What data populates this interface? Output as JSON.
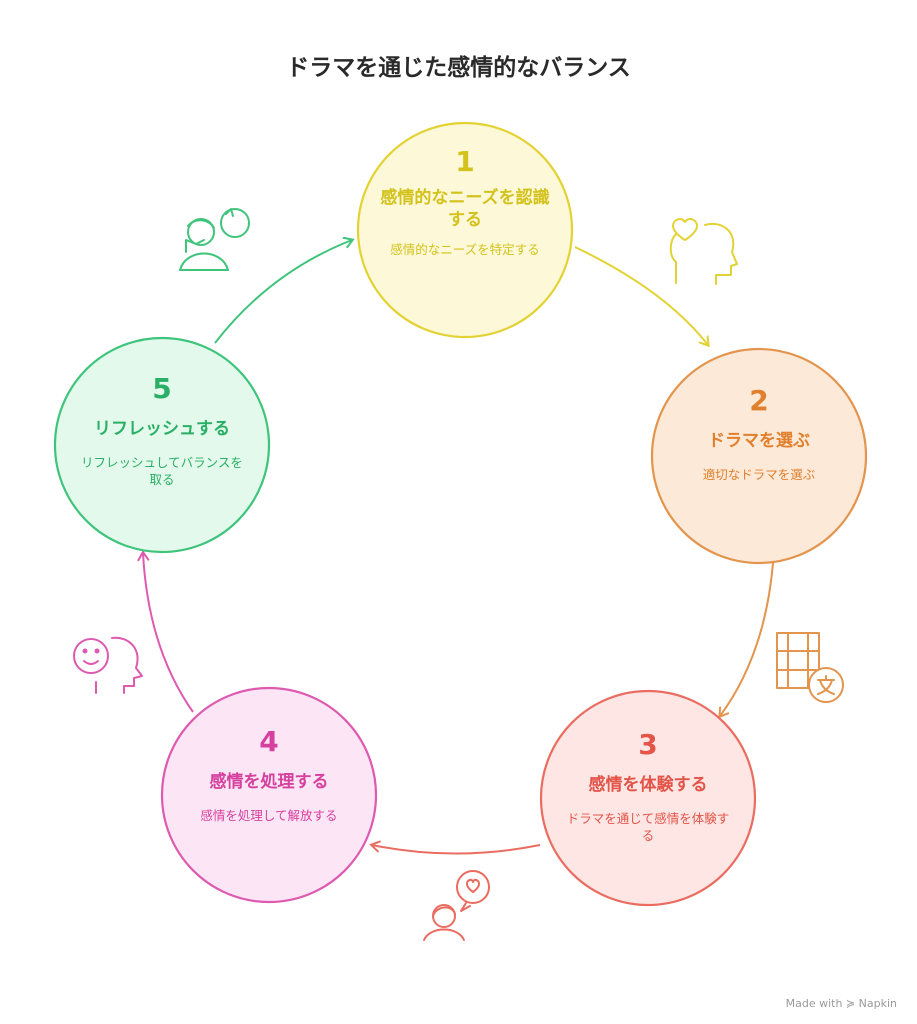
{
  "title": "ドラマを通じた感情的なバランス",
  "stages": [
    {
      "number": "1",
      "heading": "感情的なニーズを認識する",
      "description": "感情的なニーズを特定する",
      "icon": "heart-head-icon",
      "stroke": "#e3d233",
      "fill": "#fcf8d8",
      "text": "#d4c21c"
    },
    {
      "number": "2",
      "heading": "ドラマを選ぶ",
      "description": "適切なドラマを選ぶ",
      "icon": "film-translate-icon",
      "stroke": "#e3944d",
      "fill": "#fde9d8",
      "text": "#e07f2c"
    },
    {
      "number": "3",
      "heading": "感情を体験する",
      "description": "ドラマを通じて感情を体験する",
      "icon": "person-heart-bubble-icon",
      "stroke": "#ea6c60",
      "fill": "#fde6e4",
      "text": "#e35449"
    },
    {
      "number": "4",
      "heading": "感情を処理する",
      "description": "感情を処理して解放する",
      "icon": "smiley-head-icon",
      "stroke": "#de5ab0",
      "fill": "#fce6f5",
      "text": "#d6409f"
    },
    {
      "number": "5",
      "heading": "リフレッシュする",
      "description": "リフレッシュしてバランスを取る",
      "icon": "person-refresh-icon",
      "stroke": "#3fc47c",
      "fill": "#e3f9ec",
      "text": "#2aaf66"
    }
  ],
  "credit": "Made with ≽ Napkin"
}
